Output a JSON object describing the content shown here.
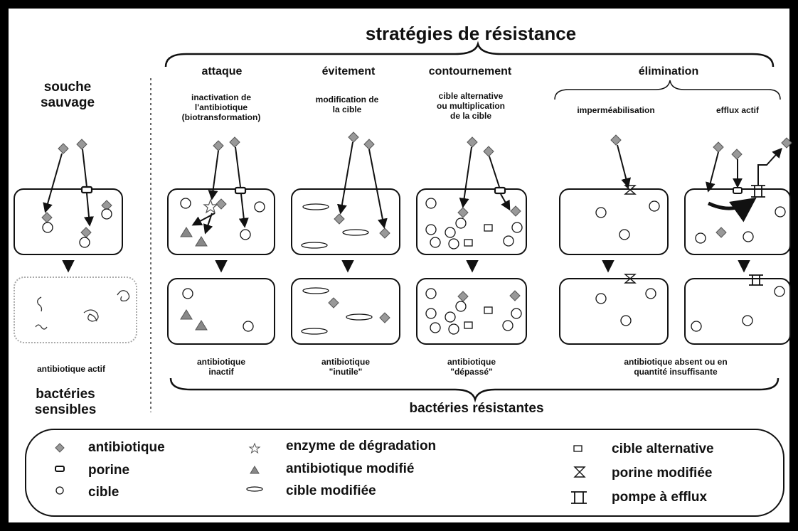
{
  "title": "stratégies de résistance",
  "strategies": {
    "attaque": "attaque",
    "evitement": "évitement",
    "contournement": "contournement",
    "elimination": "élimination"
  },
  "mechanisms": {
    "attaque": [
      "inactivation de",
      "l'antibiotique",
      "(biotransformation)"
    ],
    "evitement": [
      "modification de",
      "la cible"
    ],
    "contournement": [
      "cible alternative",
      "ou multiplication",
      "de la cible"
    ],
    "impermeabilisation": "imperméabilisation",
    "efflux": "efflux actif"
  },
  "wild_strain": {
    "label_line1": "souche",
    "label_line2": "sauvage",
    "result": "antibiotique actif",
    "bottom_line1": "bactéries",
    "bottom_line2": "sensibles"
  },
  "results": {
    "attaque": [
      "antibiotique",
      "inactif"
    ],
    "evitement": [
      "antibiotique",
      "\"inutile\""
    ],
    "contournement": [
      "antibiotique",
      "\"dépassé\""
    ],
    "elimination": [
      "antibiotique absent ou en",
      "quantité insuffisante"
    ]
  },
  "resistant_label": "bactéries résistantes",
  "legend": {
    "antibiotique": "antibiotique",
    "porine": "porine",
    "cible": "cible",
    "enzyme": "enzyme de dégradation",
    "antibiotique_modifie": "antibiotique modifié",
    "cible_modifiee": "cible modifiée",
    "cible_alternative": "cible alternative",
    "porine_modifiee": "porine modifiée",
    "pompe": "pompe à efflux"
  }
}
